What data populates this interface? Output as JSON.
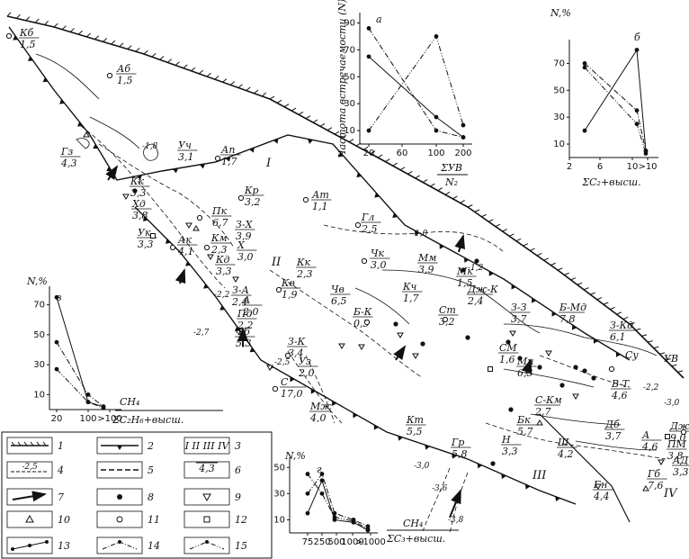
{
  "map": {
    "zones": [
      "I",
      "II",
      "III",
      "IV"
    ],
    "fields": [
      {
        "id": "kb",
        "name": "Кб",
        "value": "1,5"
      },
      {
        "id": "ab",
        "name": "Аб",
        "value": "1,5"
      },
      {
        "id": "gz",
        "name": "Гз",
        "value": "4,3"
      },
      {
        "id": "uch",
        "name": "Уч",
        "value": "3,1"
      },
      {
        "id": "ap",
        "name": "Ап",
        "value": "1,7"
      },
      {
        "id": "kk1",
        "name": "Кк",
        "value": "3,3"
      },
      {
        "id": "hd",
        "name": "Хд",
        "value": "3,8"
      },
      {
        "id": "kr",
        "name": "Кр",
        "value": "3,2"
      },
      {
        "id": "at",
        "name": "Ат",
        "value": "1,1"
      },
      {
        "id": "pk",
        "name": "Пк",
        "value": "6,7"
      },
      {
        "id": "zx",
        "name": "З-Х",
        "value": "3,9"
      },
      {
        "id": "uk",
        "name": "Ук",
        "value": "3,3"
      },
      {
        "id": "ak",
        "name": "Ак",
        "value": "4,1"
      },
      {
        "id": "km",
        "name": "Км",
        "value": "2,3"
      },
      {
        "id": "x",
        "name": "Х",
        "value": "3,0"
      },
      {
        "id": "gl",
        "name": "Гл",
        "value": "2,5"
      },
      {
        "id": "kd",
        "name": "Кд",
        "value": "3,3"
      },
      {
        "id": "kk2",
        "name": "Кк",
        "value": "2,3"
      },
      {
        "id": "chk",
        "name": "Чк",
        "value": "3,0"
      },
      {
        "id": "mm",
        "name": "Мм",
        "value": "3,9"
      },
      {
        "id": "kv",
        "name": "Кв",
        "value": "1,9"
      },
      {
        "id": "za",
        "name": "З-А",
        "value": "2,4"
      },
      {
        "id": "a",
        "name": "А",
        "value": "2,0"
      },
      {
        "id": "pd",
        "name": "Пд",
        "value": "2,2"
      },
      {
        "id": "fb",
        "name": "Фб",
        "value": "5,3"
      },
      {
        "id": "chv",
        "name": "Чв",
        "value": "6,5"
      },
      {
        "id": "bk",
        "name": "Б-К",
        "value": "0,5"
      },
      {
        "id": "mk",
        "name": "Мк",
        "value": "1,5"
      },
      {
        "id": "dzhk",
        "name": "Дж-К",
        "value": "2,4"
      },
      {
        "id": "kch",
        "name": "Кч",
        "value": "1,7"
      },
      {
        "id": "st",
        "name": "Ст",
        "value": "3,2"
      },
      {
        "id": "zk1",
        "name": "З-К",
        "value": "3,4"
      },
      {
        "id": "s",
        "name": "С",
        "value": "17,0"
      },
      {
        "id": "uz",
        "name": "Уз",
        "value": "2,0"
      },
      {
        "id": "mzh",
        "name": "Мж",
        "value": "4,0"
      },
      {
        "id": "kt",
        "name": "Кт",
        "value": "5,5"
      },
      {
        "id": "gr",
        "name": "Гр",
        "value": "5,8"
      },
      {
        "id": "n",
        "name": "Н",
        "value": "3,3"
      },
      {
        "id": "zz",
        "name": "З-З",
        "value": "3,7"
      },
      {
        "id": "bmd",
        "name": "Б-Мд",
        "value": "7,8"
      },
      {
        "id": "zkd",
        "name": "З-Кд",
        "value": "6,1"
      },
      {
        "id": "sm",
        "name": "СМ",
        "value": "1,6"
      },
      {
        "id": "mn",
        "name": "Мн",
        "value": "6,3"
      },
      {
        "id": "skm",
        "name": "С-Км",
        "value": "2,7"
      },
      {
        "id": "bk2",
        "name": "Бк",
        "value": "5,7"
      },
      {
        "id": "sh",
        "name": "Ш",
        "value": "4,2"
      },
      {
        "id": "db",
        "name": "Дб",
        "value": "3,7"
      },
      {
        "id": "vt",
        "name": "В-Т",
        "value": "4,6"
      },
      {
        "id": "su",
        "name": "Су",
        "value": ""
      },
      {
        "id": "uv",
        "name": "УВ",
        "value": ""
      },
      {
        "id": "bn",
        "name": "Бн",
        "value": "4,4"
      },
      {
        "id": "dzh",
        "name": "Дж",
        "value": "9,0"
      },
      {
        "id": "pm",
        "name": "ПМ",
        "value": "3,8"
      },
      {
        "id": "ad",
        "name": "АД",
        "value": "3,3"
      },
      {
        "id": "a2",
        "name": "А",
        "value": "4,6"
      },
      {
        "id": "gb",
        "name": "Гб",
        "value": "7,6"
      }
    ],
    "isolines": [
      "-1,8",
      "-2,2",
      "-2,7",
      "-2,5",
      "-1,0",
      "-1,2",
      "-3,0",
      "-3,6",
      "-3,8",
      "-2,2",
      "-3,0"
    ]
  },
  "chart_data": [
    {
      "id": "a",
      "type": "line",
      "panel_label": "а",
      "ylabel": "Частота встречаемости (N), %",
      "xlabel_num": "ΣУВ",
      "xlabel_den": "N₂",
      "x_ticks": [
        "20",
        "60",
        "100",
        "200"
      ],
      "y_ticks": [
        10,
        30,
        50,
        70,
        90
      ],
      "ylim": [
        0,
        95
      ],
      "x": [
        20,
        100,
        200
      ],
      "series": [
        {
          "style": "solid",
          "values": [
            65,
            20,
            5
          ]
        },
        {
          "style": "dash-dot",
          "values": [
            86,
            10,
            5
          ]
        },
        {
          "style": "dash-dot-dot",
          "values": [
            10,
            80,
            14
          ]
        }
      ]
    },
    {
      "id": "b",
      "type": "line",
      "panel_label": "б",
      "ylabel": "N,%",
      "xlabel": "ΣC₂+высш.",
      "x_ticks": [
        "2",
        "6",
        "10",
        ">10"
      ],
      "y_ticks": [
        10,
        30,
        50,
        70
      ],
      "ylim": [
        0,
        85
      ],
      "x": [
        4,
        10,
        12
      ],
      "series": [
        {
          "style": "solid",
          "values": [
            20,
            80,
            5
          ]
        },
        {
          "style": "dash-dot",
          "values": [
            70,
            35,
            5
          ]
        },
        {
          "style": "dash-dot-dot",
          "values": [
            67,
            25,
            3
          ]
        }
      ]
    },
    {
      "id": "v",
      "type": "line",
      "panel_label": "в",
      "ylabel": "N,%",
      "xlabel_num": "CH₄",
      "xlabel_den": "ΣC₂H₆+высш.",
      "x_ticks": [
        "20",
        "100",
        ">100"
      ],
      "y_ticks": [
        10,
        30,
        50,
        70
      ],
      "ylim": [
        0,
        80
      ],
      "x": [
        20,
        100,
        120
      ],
      "series": [
        {
          "style": "solid",
          "values": [
            75,
            5,
            2
          ]
        },
        {
          "style": "dash-dot",
          "values": [
            45,
            10,
            2
          ]
        },
        {
          "style": "dash-dot-dot",
          "values": [
            27,
            5,
            1
          ]
        }
      ]
    },
    {
      "id": "g",
      "type": "line",
      "panel_label": "г",
      "ylabel": "N,%",
      "xlabel_num": "CH₄",
      "xlabel_den": "ΣC₃+высш.",
      "x_ticks": [
        "75",
        "250",
        "500",
        "1000",
        ">1000"
      ],
      "y_ticks": [
        10,
        30,
        50
      ],
      "ylim": [
        0,
        55
      ],
      "x": [
        75,
        250,
        500,
        1000,
        1500
      ],
      "series": [
        {
          "style": "solid",
          "values": [
            15,
            40,
            10,
            8,
            2
          ]
        },
        {
          "style": "dash-dot",
          "values": [
            30,
            45,
            15,
            10,
            5
          ]
        },
        {
          "style": "dash-dot-dot",
          "values": [
            45,
            30,
            12,
            9,
            3
          ]
        }
      ]
    }
  ],
  "legend": [
    {
      "num": "1",
      "sym": "boundary-hatched"
    },
    {
      "num": "2",
      "sym": "thrust"
    },
    {
      "num": "3",
      "sym": "zones",
      "text": "I II III IV"
    },
    {
      "num": "4",
      "sym": "isoline",
      "text": "-2,5"
    },
    {
      "num": "5",
      "sym": "dashed"
    },
    {
      "num": "6",
      "sym": "ratio",
      "text": "4,3"
    },
    {
      "num": "7",
      "sym": "arrow"
    },
    {
      "num": "8",
      "sym": "dot"
    },
    {
      "num": "9",
      "sym": "triangle-down"
    },
    {
      "num": "10",
      "sym": "triangle-up"
    },
    {
      "num": "11",
      "sym": "circle"
    },
    {
      "num": "12",
      "sym": "square"
    },
    {
      "num": "13",
      "sym": "solid-line"
    },
    {
      "num": "14",
      "sym": "dash-dot-line"
    },
    {
      "num": "15",
      "sym": "dash-dot-dot-line"
    }
  ]
}
